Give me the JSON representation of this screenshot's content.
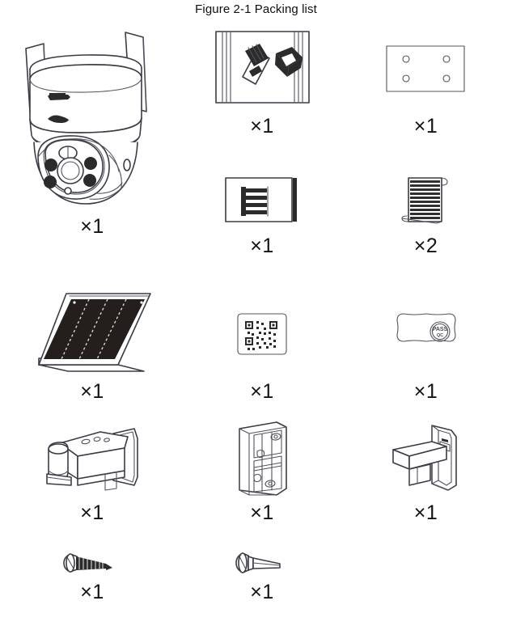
{
  "figure": {
    "caption": "Figure 2-1 Packing list"
  },
  "packing_list": {
    "rows": [
      {
        "cells": [
          {
            "item": "network-camera",
            "label": "Network camera (PTZ dome with dual antennas)",
            "quantity": "×1",
            "icon": "camera-icon"
          },
          {
            "item": "accessory-bag",
            "label": "Accessory bag (screwdriver and waterproof plug)",
            "quantity": "×1",
            "icon": "accessory-bag-icon"
          },
          {
            "item": "position-map",
            "label": "Position map",
            "quantity": "×1",
            "icon": "position-map-icon"
          }
        ]
      },
      {
        "cells": [
          {
            "item": "",
            "label": "",
            "quantity": "",
            "icon": ""
          },
          {
            "item": "screw-pack",
            "label": "Screw package",
            "quantity": "×1",
            "icon": "screw-pack-icon"
          },
          {
            "item": "user-manual",
            "label": "Quick start guide",
            "quantity": "×2",
            "icon": "manual-icon"
          }
        ]
      },
      {
        "cells": [
          {
            "item": "solar-panel",
            "label": "Solar panel",
            "quantity": "×1",
            "icon": "solar-panel-icon"
          },
          {
            "item": "qr-code-card",
            "label": "QR code card",
            "quantity": "×1",
            "icon": "qr-code-icon"
          },
          {
            "item": "qc-certificate",
            "label": "Quality certificate",
            "quantity": "×1",
            "icon": "qc-pass-icon"
          }
        ]
      },
      {
        "cells": [
          {
            "item": "camera-bracket",
            "label": "Camera mounting bracket arm",
            "quantity": "×1",
            "icon": "bracket-arm-icon"
          },
          {
            "item": "wall-mount-plate",
            "label": "Wall mount plate",
            "quantity": "×1",
            "icon": "wall-plate-icon"
          },
          {
            "item": "panel-bracket",
            "label": "Solar panel bracket",
            "quantity": "×1",
            "icon": "panel-bracket-icon"
          }
        ]
      },
      {
        "cells": [
          {
            "item": "tapping-screw",
            "label": "Self-tapping screw",
            "quantity": "×1",
            "icon": "tapping-screw-icon"
          },
          {
            "item": "locking-bolt",
            "label": "Locking bolt",
            "quantity": "×1",
            "icon": "locking-bolt-icon"
          },
          {
            "item": "",
            "label": "",
            "quantity": "",
            "icon": ""
          }
        ]
      }
    ]
  },
  "stamp": {
    "line1": "PASS",
    "line2": "QC"
  },
  "colors": {
    "outline": "#3b3b46",
    "panel": "#241f1d",
    "text": "#121212",
    "background": "#ffffff"
  }
}
